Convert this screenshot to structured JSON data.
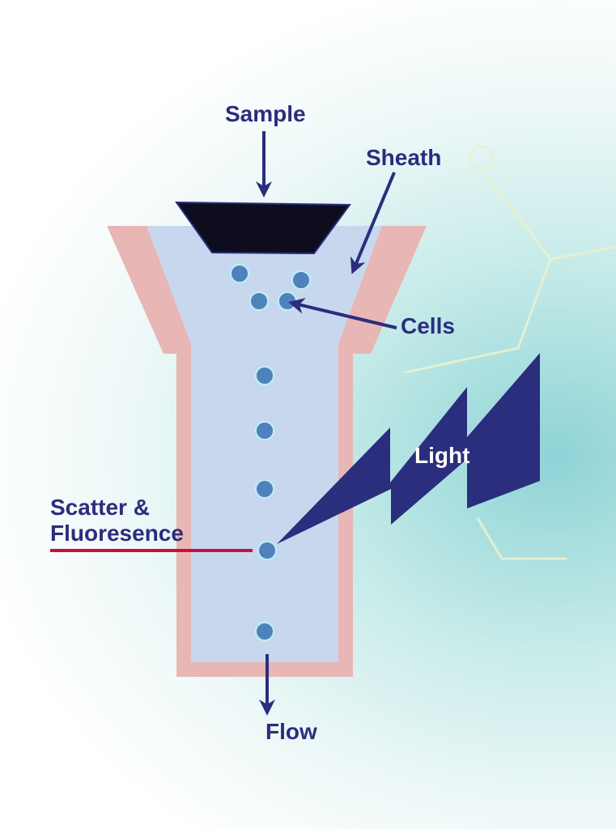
{
  "labels": {
    "sample": "Sample",
    "sheath": "Sheath",
    "cells": "Cells",
    "light": "Light",
    "scatter_line1": "Scatter &",
    "scatter_line2": "Fluoresence",
    "flow": "Flow"
  },
  "colors": {
    "navy": "#2b2d7d",
    "sheath_wall": "#e8b6b4",
    "fluid": "#c7d8ee",
    "cell": "#4f81bc",
    "cell_glow": "#bdf0f5",
    "nozzle": "#0d0d1e",
    "detector_line": "#c4123a"
  }
}
